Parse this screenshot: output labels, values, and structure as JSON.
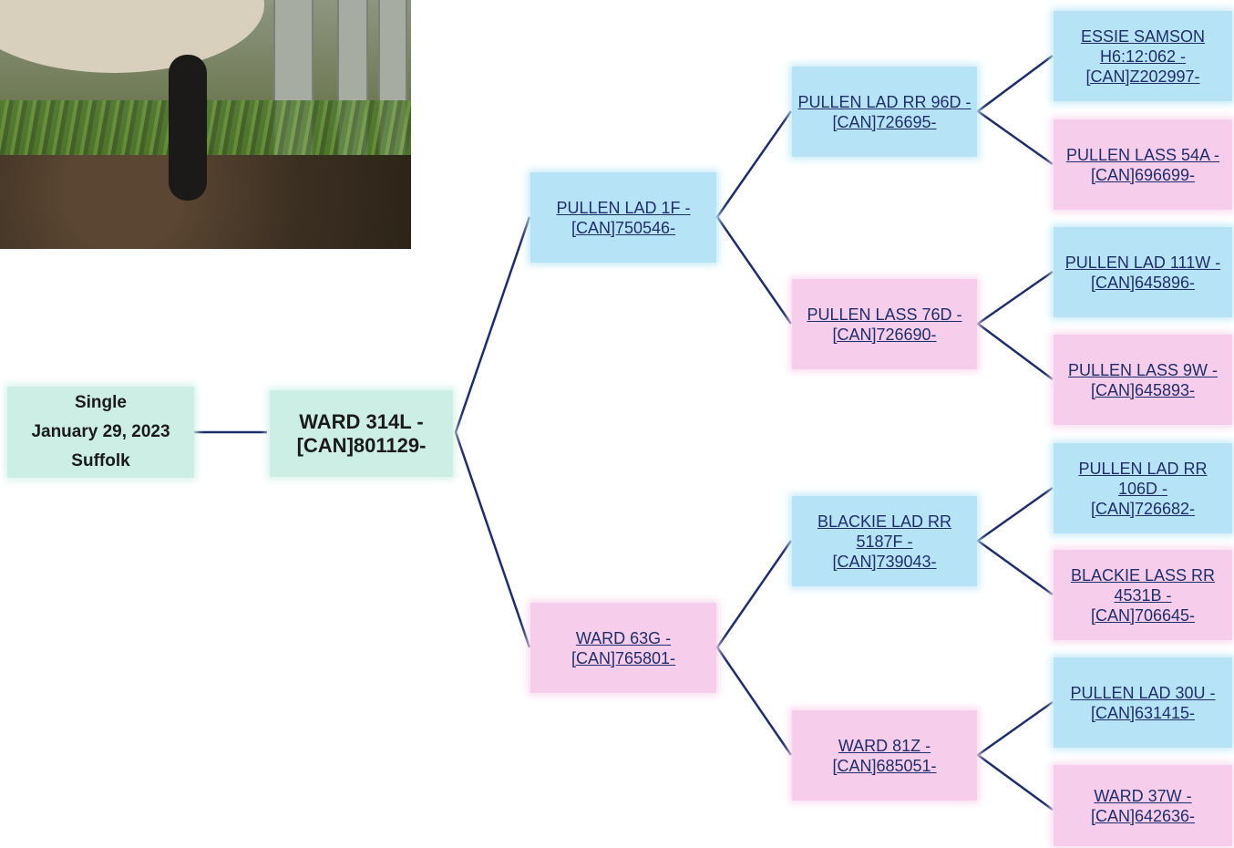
{
  "photo": {
    "alt_icon": "sheep-photo"
  },
  "info": {
    "birth_type": "Single",
    "birth_date": "January 29, 2023",
    "breed": "Suffolk"
  },
  "subject": {
    "name": "WARD 314L -",
    "reg": "[CAN]801129-"
  },
  "sire": {
    "name": "PULLEN LAD 1F -",
    "reg": "[CAN]750546-"
  },
  "dam": {
    "name": "WARD 63G -",
    "reg": "[CAN]765801-"
  },
  "sire_sire": {
    "name": "PULLEN LAD RR 96D -",
    "reg": "[CAN]726695-"
  },
  "sire_dam": {
    "name": "PULLEN LASS 76D -",
    "reg": "[CAN]726690-"
  },
  "dam_sire": {
    "name": "BLACKIE LAD RR 5187F -",
    "reg": "[CAN]739043-"
  },
  "dam_dam": {
    "name": "WARD 81Z -",
    "reg": "[CAN]685051-"
  },
  "ss_sire": {
    "name": "ESSIE SAMSON H6:12:062 -",
    "reg": "[CAN]Z202997-"
  },
  "ss_dam": {
    "name": "PULLEN LASS 54A -",
    "reg": "[CAN]696699-"
  },
  "sd_sire": {
    "name": "PULLEN LAD 111W -",
    "reg": "[CAN]645896-"
  },
  "sd_dam": {
    "name": "PULLEN LASS 9W -",
    "reg": "[CAN]645893-"
  },
  "ds_sire": {
    "name": "PULLEN LAD RR 106D -",
    "reg": "[CAN]726682-"
  },
  "ds_dam": {
    "name": "BLACKIE LASS RR 4531B -",
    "reg": "[CAN]706645-"
  },
  "dd_sire": {
    "name": "PULLEN LAD 30U -",
    "reg": "[CAN]631415-"
  },
  "dd_dam": {
    "name": "WARD 37W -",
    "reg": "[CAN]642636-"
  },
  "colors": {
    "sire_bg": "#b6e4f6",
    "dam_bg": "#f6cdea",
    "subject_bg": "#cdeee4",
    "line": "#1f2e6b"
  }
}
